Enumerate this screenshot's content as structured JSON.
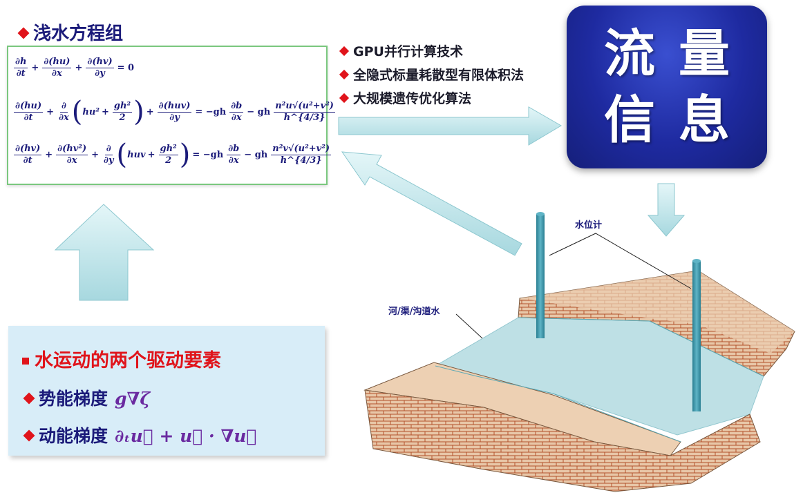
{
  "title": "浅水方程组",
  "equations": {
    "eq1": {
      "t1n": "∂h",
      "t1d": "∂t",
      "t2n": "∂(hu)",
      "t2d": "∂x",
      "t3n": "∂(hv)",
      "t3d": "∂y",
      "rhs": "= 0"
    },
    "eq2": {
      "t1n": "∂(hu)",
      "t1d": "∂t",
      "t2n": "∂",
      "t2d": "∂x",
      "inner_a": "hu²",
      "inner_bn": "gh²",
      "inner_bd": "2",
      "t3n": "∂(huv)",
      "t3d": "∂y",
      "r1": "= −gh",
      "r1n": "∂b",
      "r1d": "∂x",
      "r2": "− gh",
      "r2n": "n²u√(u²+v²)",
      "r2d": "h^{4/3}"
    },
    "eq3": {
      "t1n": "∂(hv)",
      "t1d": "∂t",
      "t2n": "∂(hv²)",
      "t2d": "∂x",
      "t3n": "∂",
      "t3d": "∂y",
      "inner_a": "huv",
      "inner_bn": "gh²",
      "inner_bd": "2",
      "r1": "= −gh",
      "r1n": "∂b",
      "r1d": "∂x",
      "r2": "− gh",
      "r2n": "n²v√(u²+v²)",
      "r2d": "h^{4/3}"
    }
  },
  "techniques": [
    "GPU并行计算技术",
    "全隐式标量耗散型有限体积法",
    "大规模遗传优化算法"
  ],
  "flow_box": {
    "line1": "流量",
    "line2": "信息"
  },
  "drivers": {
    "heading": "水运动的两个驱动要素",
    "items": [
      {
        "label": "势能梯度",
        "formula": "g∇ζ"
      },
      {
        "label": "动能梯度",
        "formula": "∂ₜu⃗ + u⃗ · ∇u⃗"
      }
    ]
  },
  "labels": {
    "gauge": "水位计",
    "channel": "河/渠/沟道水"
  },
  "colors": {
    "accent_red": "#e0141b",
    "navy": "#1b1b7a",
    "flow_blue": "#1e2aa0",
    "arrow_teal": "#bfe6ec",
    "box_bg": "#d8edf8"
  }
}
